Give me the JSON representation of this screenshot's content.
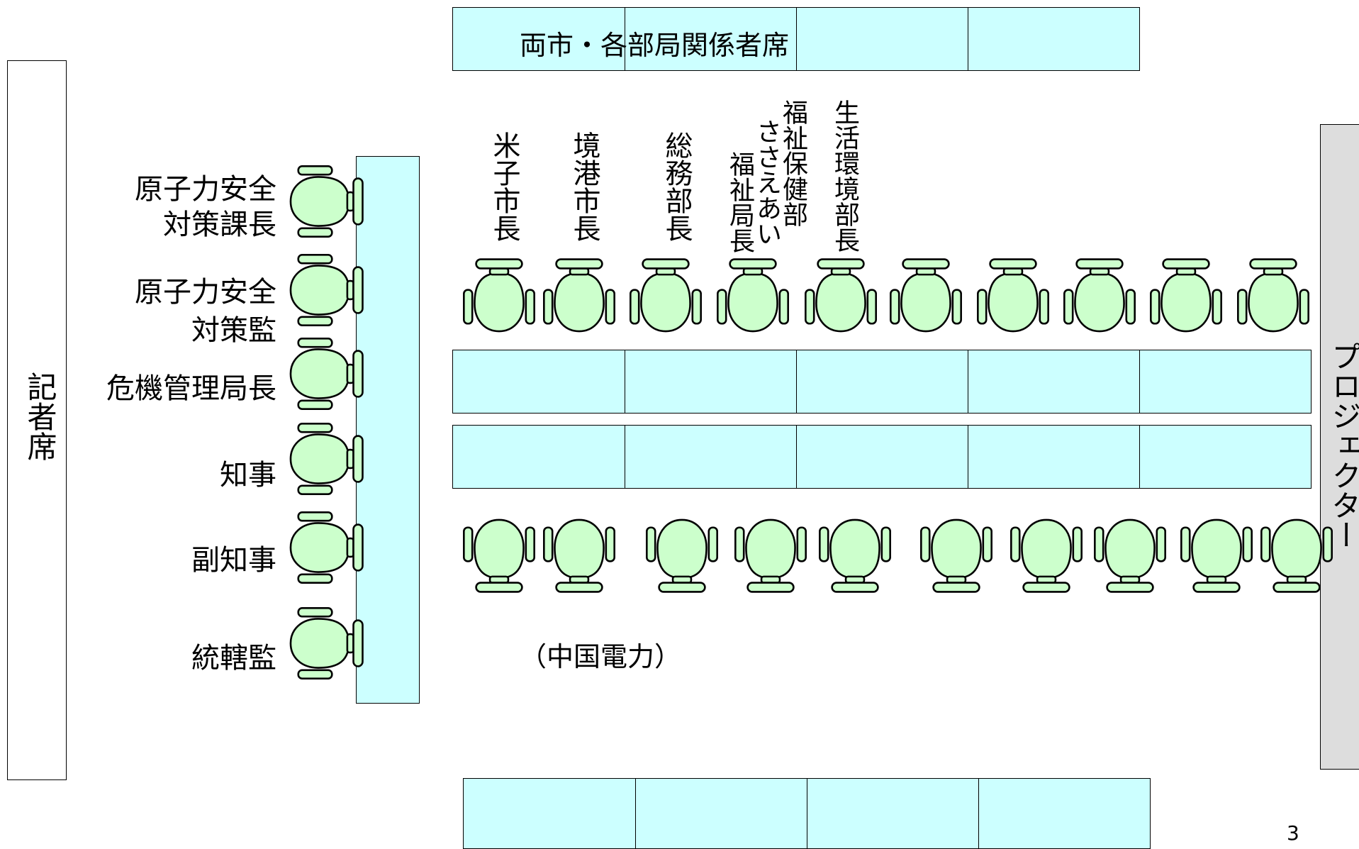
{
  "walls": {
    "press": "記者席",
    "projector": "プロジェクター"
  },
  "tables": {
    "officials_top": "両市・各部局関係者席"
  },
  "left_column": [
    {
      "label": "原子力安全\n対策課長"
    },
    {
      "label": "原子力安全\n対策監"
    },
    {
      "label": "危機管理局長"
    },
    {
      "label": "知事"
    },
    {
      "label": "副知事"
    },
    {
      "label": "統轄監"
    }
  ],
  "top_row_labels": [
    {
      "text": "米子市長"
    },
    {
      "text": "境港市長"
    },
    {
      "text": "総務部長"
    },
    {
      "text": "福祉保健部"
    },
    {
      "text": "ささえあい"
    },
    {
      "text": "福祉局長"
    },
    {
      "text": "生活環境部長"
    }
  ],
  "bottom_row_label": "（中国電力）",
  "page_number": "3",
  "colors": {
    "table": "#ccffff",
    "chair": "#ccffcc",
    "projector_wall": "#dddddd"
  }
}
